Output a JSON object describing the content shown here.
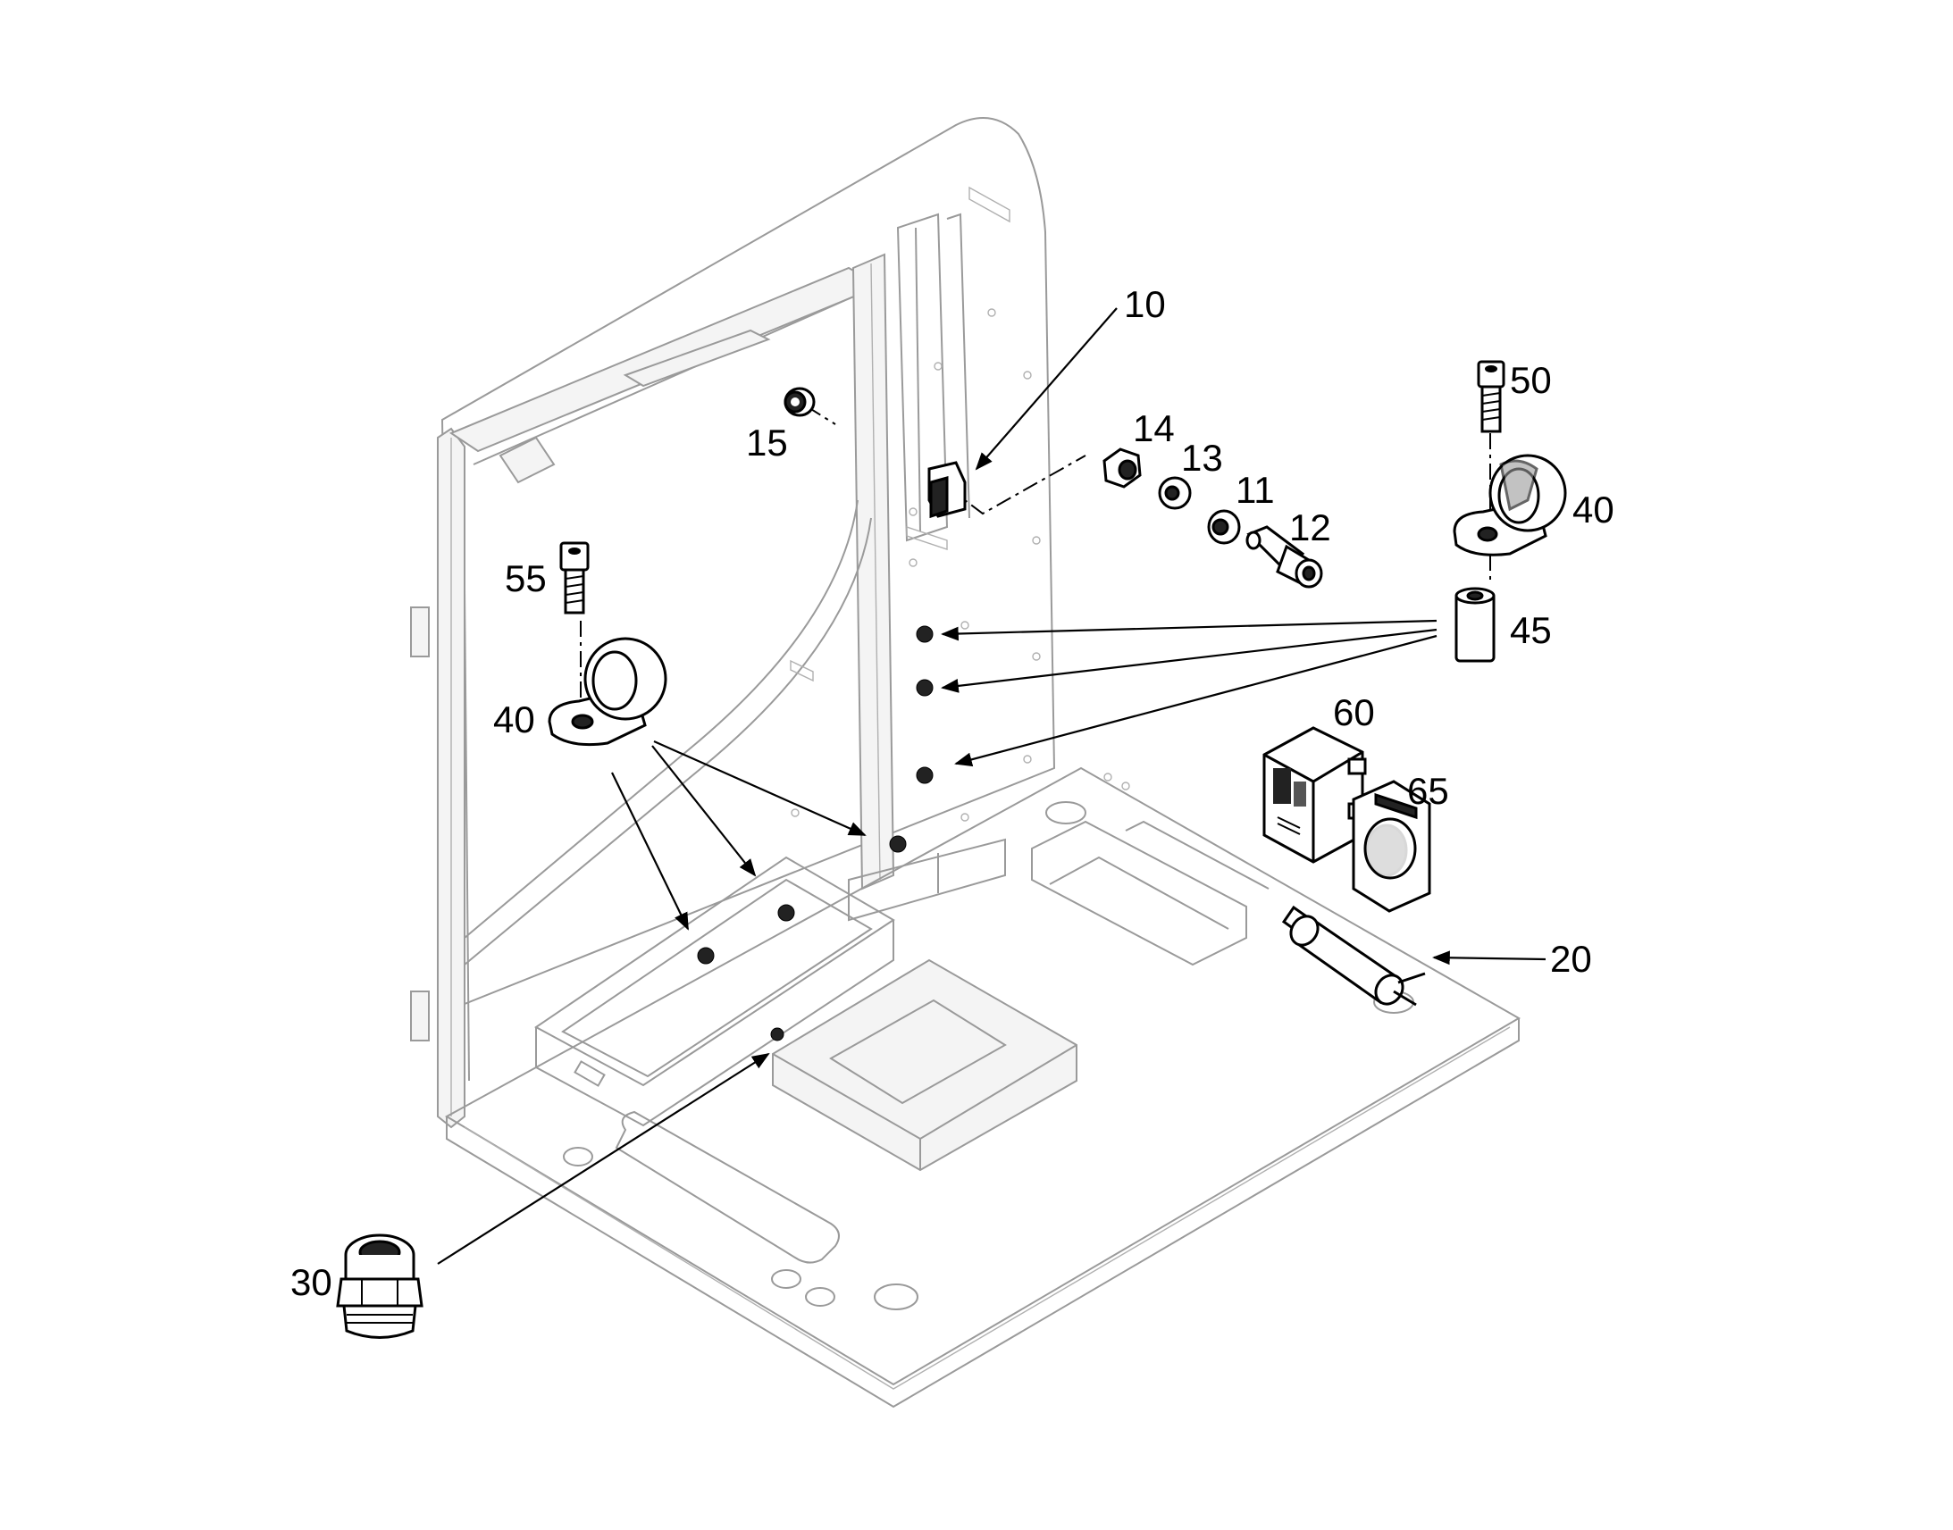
{
  "callouts": {
    "c10": "10",
    "c11": "11",
    "c12": "12",
    "c13": "13",
    "c14": "14",
    "c15": "15",
    "c20": "20",
    "c30": "30",
    "c40_right": "40",
    "c40_left": "40",
    "c45": "45",
    "c50": "50",
    "c55": "55",
    "c60": "60",
    "c65": "65"
  }
}
